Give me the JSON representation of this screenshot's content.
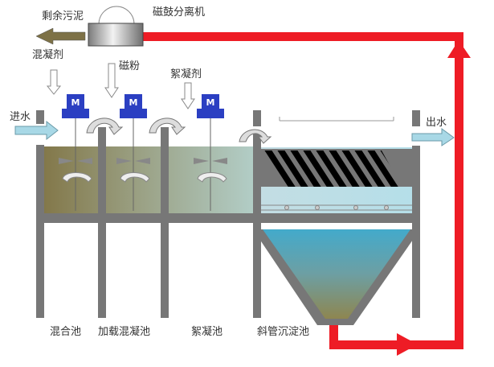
{
  "labels": {
    "sludge": "剩余污泥",
    "drum_separator": "磁鼓分离机",
    "coagulant": "混凝剂",
    "magnetic_powder": "磁粉",
    "flocculant": "絮凝剂",
    "inlet": "进水",
    "outlet": "出水",
    "mixing_tank": "混合池",
    "loaded_coagulation_tank": "加载混凝池",
    "flocculation_tank": "絮凝池",
    "inclined_tube_settler": "斜管沉淀池"
  },
  "motor_label": "M",
  "colors": {
    "pipe": "#ee1c25",
    "motor": "#2b3fc2",
    "wall": "#777777",
    "sludge_arrow": "#7d7146",
    "inflow_arrow": "#a8d8e6"
  }
}
